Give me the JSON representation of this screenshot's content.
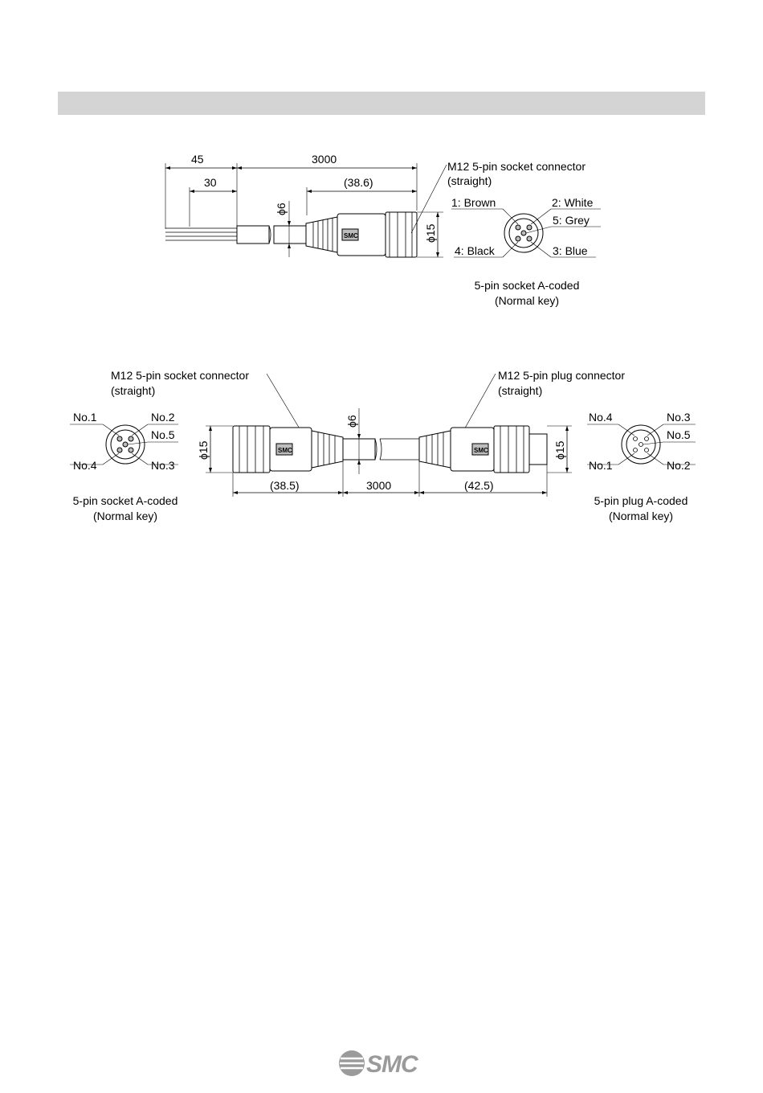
{
  "cable1": {
    "dims": {
      "total_strip": "45",
      "strip": "30",
      "length": "3000",
      "connector": "(38.6)",
      "cable_dia": "ϕ6",
      "connector_dia": "ϕ15"
    },
    "connector_label": [
      "M12 5-pin socket connector",
      "(straight)"
    ],
    "pins": {
      "p1": "1: Brown",
      "p2": "2: White",
      "p5": "5: Grey",
      "p4": "4: Black",
      "p3": "3: Blue"
    },
    "face_caption": [
      "5-pin socket A-coded",
      "(Normal key)"
    ],
    "brand_mark": "SMC"
  },
  "cable2": {
    "socket_label": [
      "M12 5-pin socket connector",
      "(straight)"
    ],
    "plug_label": [
      "M12 5-pin plug connector",
      "(straight)"
    ],
    "dims": {
      "left_dia": "ϕ15",
      "right_dia": "ϕ15",
      "cable_dia": "ϕ6",
      "socket_len": "(38.5)",
      "length": "3000",
      "plug_len": "(42.5)"
    },
    "socket_pins": {
      "n1": "No.1",
      "n2": "No.2",
      "n5": "No.5",
      "n4": "No.4",
      "n3": "No.3"
    },
    "plug_pins": {
      "n4": "No.4",
      "n3": "No.3",
      "n5": "No.5",
      "n1": "No.1",
      "n2": "No.2"
    },
    "socket_caption": [
      "5-pin socket A-coded",
      "(Normal key)"
    ],
    "plug_caption": [
      "5-pin plug A-coded",
      "(Normal key)"
    ],
    "brand_mark": "SMC"
  },
  "footer": {
    "logo_text": "SMC"
  }
}
